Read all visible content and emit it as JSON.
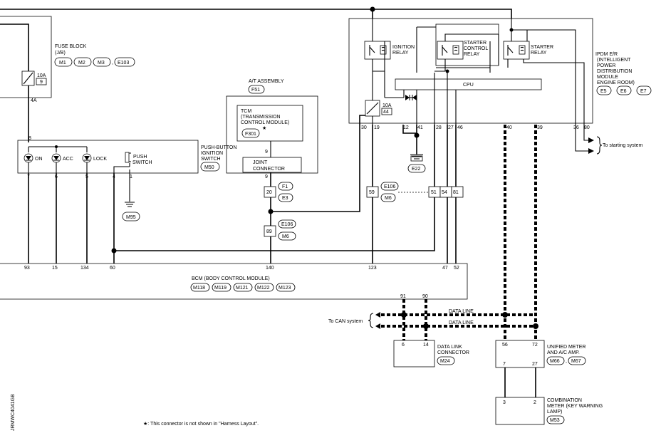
{
  "fuse_block": {
    "title": "FUSE BLOCK",
    "sub": "(J/B)",
    "conns": [
      "M1",
      "M2",
      "M3",
      "E103"
    ],
    "fuse_amp": "10A",
    "fuse_no": "9",
    "pin_out": "4A",
    "pin_in": "8"
  },
  "ipdm": {
    "title_lines": [
      "IPDM E/R",
      "(INTELLIGENT",
      "POWER",
      "DISTRIBUTION",
      "MODULE",
      "ENGINE ROOM)"
    ],
    "conns": [
      "E5",
      "E6",
      "E7"
    ],
    "relay_ign": [
      "IGNITION",
      "RELAY"
    ],
    "relay_starter_ctrl": [
      "STARTER",
      "CONTROL",
      "RELAY"
    ],
    "relay_starter": [
      "STARTER",
      "RELAY"
    ],
    "cpu": "CPU",
    "fuse_amp": "10A",
    "fuse_no": "44",
    "pins": [
      "30",
      "19",
      "12",
      "41",
      "28",
      "27",
      "46",
      "40",
      "39",
      "36",
      "80"
    ],
    "ground": "E22",
    "to_starting": "To starting system"
  },
  "push_switch": {
    "title_lines": [
      "PUSH-BUTTON",
      "IGNITION",
      "SWITCH"
    ],
    "conn": "M50",
    "labels": [
      "ON",
      "ACC",
      "LOCK"
    ],
    "push": [
      "PUSH",
      "SWITCH"
    ],
    "pins": [
      "7",
      "6",
      "5",
      "4",
      "1"
    ],
    "ground": "M95"
  },
  "at_assembly": {
    "title": "A/T ASSEMBLY",
    "conn": "F51",
    "tcm": [
      "TCM",
      "(TRANSMISSION",
      "CONTROL MODULE)"
    ],
    "tcm_conn": "F301",
    "joint": [
      "JOINT",
      "CONNECTOR"
    ],
    "pin_a": "9",
    "pin_b": "9"
  },
  "harness": {
    "c1_pin": "20",
    "c1_conn_a": "F1",
    "c1_conn_b": "E3",
    "c2_pin": "89",
    "c2_conn_a": "E106",
    "c2_conn_b": "M6",
    "c3_pins": [
      "59",
      "51",
      "54",
      "81"
    ],
    "c3_conn_a": "E106",
    "c3_conn_b": "M6"
  },
  "bcm": {
    "title": "BCM (BODY CONTROL MODULE)",
    "conns": [
      "M118",
      "M119",
      "M121",
      "M122",
      "M123"
    ],
    "pins": [
      "93",
      "15",
      "134",
      "60",
      "140",
      "123",
      "47",
      "52"
    ]
  },
  "can": {
    "to_can": "To CAN system",
    "line1": "DATA LINE",
    "line2": "DATA LINE",
    "pin_a": "91",
    "pin_b": "90"
  },
  "dlc": {
    "title_lines": [
      "DATA LINK",
      "CONNECTOR"
    ],
    "conn": "M24",
    "pins": [
      "6",
      "14"
    ]
  },
  "meter": {
    "title_lines": [
      "UNIFIED METER",
      "AND A/C AMP."
    ],
    "conns": [
      "M66",
      "M67"
    ],
    "pins_top": [
      "56",
      "72"
    ],
    "pins_bottom": [
      "7",
      "27"
    ]
  },
  "combo": {
    "title_lines": [
      "COMBINATION",
      "METER (KEY WARNING",
      "LAMP)"
    ],
    "conn": "M53",
    "pins": [
      "3",
      "2"
    ]
  },
  "footnote": "★: This connector is not shown in \"Harness Layout\".",
  "diagram_code": "JRMWC4041GB"
}
